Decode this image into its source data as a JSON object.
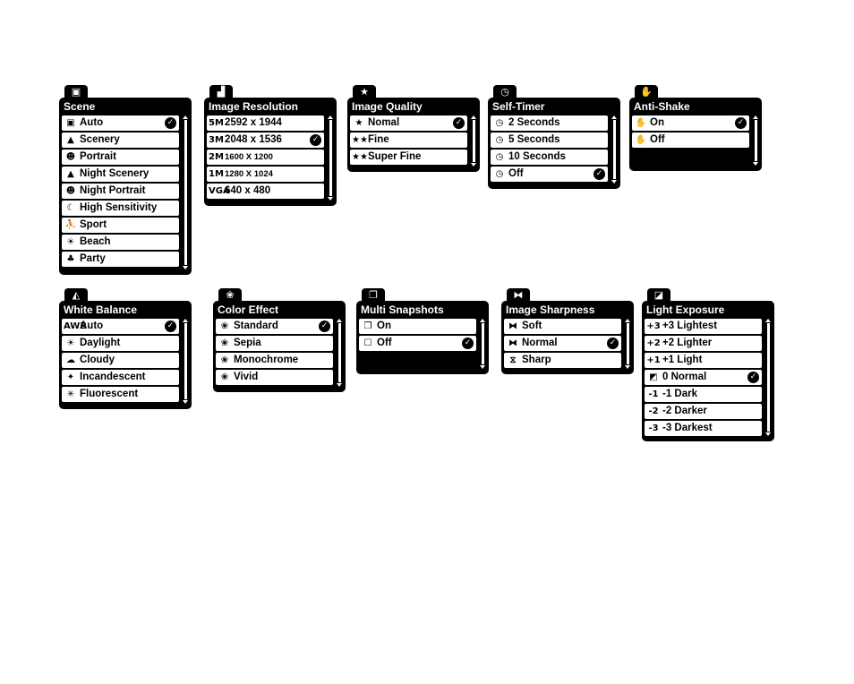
{
  "menus": [
    {
      "key": "scene",
      "title": "Scene",
      "tab_icon": "▣",
      "tab_icon_name": "scene-icon",
      "items": [
        {
          "icon": "▣",
          "icon_name": "auto-mode-icon",
          "label": "Auto",
          "checked": true
        },
        {
          "icon": "▲",
          "icon_name": "scenery-icon",
          "label": "Scenery"
        },
        {
          "icon": "☻",
          "icon_name": "portrait-icon",
          "label": "Portrait"
        },
        {
          "icon": "▲",
          "icon_name": "night-scenery-icon",
          "label": "Night Scenery"
        },
        {
          "icon": "☻",
          "icon_name": "night-portrait-icon",
          "label": "Night Portrait"
        },
        {
          "icon": "☾",
          "icon_name": "high-sensitivity-icon",
          "label": "High Sensitivity"
        },
        {
          "icon": "⛹",
          "icon_name": "sport-icon",
          "label": "Sport"
        },
        {
          "icon": "☀",
          "icon_name": "beach-icon",
          "label": "Beach"
        },
        {
          "icon": "♣",
          "icon_name": "party-icon",
          "label": "Party"
        }
      ]
    },
    {
      "key": "resolution",
      "title": "Image Resolution",
      "tab_icon": "▟",
      "tab_icon_name": "resolution-icon",
      "items": [
        {
          "icon": "5M",
          "icon_name": "5m-icon",
          "label": "2592 x 1944"
        },
        {
          "icon": "3M",
          "icon_name": "3m-icon",
          "label": "2048 x 1536",
          "checked": true
        },
        {
          "icon": "2M",
          "icon_name": "2m-icon",
          "label": "1600 X 1200",
          "small": true
        },
        {
          "icon": "1M",
          "icon_name": "1m-icon",
          "label": "1280 X 1024",
          "small": true
        },
        {
          "icon": "VGA",
          "icon_name": "vga-icon",
          "label": "640 x 480"
        }
      ]
    },
    {
      "key": "quality",
      "title": "Image Quality",
      "tab_icon": "★",
      "tab_icon_name": "star-icon",
      "items": [
        {
          "icon": "★",
          "icon_name": "one-star-icon",
          "label": "Nomal",
          "checked": true
        },
        {
          "icon": "★★",
          "icon_name": "two-star-icon",
          "label": "Fine"
        },
        {
          "icon": "★★",
          "icon_name": "three-star-icon",
          "label": "Super Fine"
        }
      ]
    },
    {
      "key": "selftimer",
      "title": "Self-Timer",
      "tab_icon": "◷",
      "tab_icon_name": "timer-icon",
      "items": [
        {
          "icon": "◷",
          "icon_name": "timer-2s-icon",
          "label": "2 Seconds"
        },
        {
          "icon": "◷",
          "icon_name": "timer-5s-icon",
          "label": "5 Seconds"
        },
        {
          "icon": "◷",
          "icon_name": "timer-10s-icon",
          "label": "10 Seconds"
        },
        {
          "icon": "◷",
          "icon_name": "timer-off-icon",
          "label": "Off",
          "checked": true
        }
      ]
    },
    {
      "key": "antishake",
      "title": "Anti-Shake",
      "tab_icon": "✋",
      "tab_icon_name": "hand-icon",
      "items": [
        {
          "icon": "✋",
          "icon_name": "anti-shake-on-icon",
          "label": "On",
          "checked": true
        },
        {
          "icon": "✋",
          "icon_name": "anti-shake-off-icon",
          "label": "Off"
        }
      ]
    },
    {
      "key": "whitebalance",
      "title": "White Balance",
      "tab_icon": "◭",
      "tab_icon_name": "white-balance-icon",
      "items": [
        {
          "icon": "AWB",
          "icon_name": "awb-icon",
          "label": "Auto",
          "checked": true
        },
        {
          "icon": "☀",
          "icon_name": "daylight-icon",
          "label": "Daylight"
        },
        {
          "icon": "☁",
          "icon_name": "cloudy-icon",
          "label": "Cloudy"
        },
        {
          "icon": "✦",
          "icon_name": "incandescent-icon",
          "label": "Incandescent"
        },
        {
          "icon": "✳",
          "icon_name": "fluorescent-icon",
          "label": "Fluorescent"
        }
      ]
    },
    {
      "key": "coloreffect",
      "title": "Color Effect",
      "tab_icon": "❀",
      "tab_icon_name": "color-effect-icon",
      "items": [
        {
          "icon": "❀",
          "icon_name": "standard-color-icon",
          "label": "Standard",
          "checked": true
        },
        {
          "icon": "❀",
          "icon_name": "sepia-icon",
          "label": "Sepia"
        },
        {
          "icon": "❀",
          "icon_name": "monochrome-icon",
          "label": "Monochrome"
        },
        {
          "icon": "❀",
          "icon_name": "vivid-icon",
          "label": "Vivid"
        }
      ]
    },
    {
      "key": "multisnap",
      "title": "Multi Snapshots",
      "tab_icon": "❐",
      "tab_icon_name": "multi-snapshot-icon",
      "items": [
        {
          "icon": "❐",
          "icon_name": "multi-on-icon",
          "label": "On"
        },
        {
          "icon": "☐",
          "icon_name": "multi-off-icon",
          "label": "Off",
          "checked": true
        }
      ]
    },
    {
      "key": "sharpness",
      "title": "Image Sharpness",
      "tab_icon": "⧓",
      "tab_icon_name": "sharpness-icon",
      "items": [
        {
          "icon": "⧓",
          "icon_name": "soft-icon",
          "label": "Soft"
        },
        {
          "icon": "⧓",
          "icon_name": "normal-sharp-icon",
          "label": "Normal",
          "checked": true
        },
        {
          "icon": "⧖",
          "icon_name": "sharp-icon",
          "label": "Sharp"
        }
      ]
    },
    {
      "key": "exposure",
      "title": "Light Exposure",
      "tab_icon": "◪",
      "tab_icon_name": "exposure-icon",
      "items": [
        {
          "icon": "+3",
          "icon_name": "exposure-plus3-icon",
          "label": "+3 Lightest"
        },
        {
          "icon": "+2",
          "icon_name": "exposure-plus2-icon",
          "label": "+2 Lighter"
        },
        {
          "icon": "+1",
          "icon_name": "exposure-plus1-icon",
          "label": "+1 Light"
        },
        {
          "icon": "◩",
          "icon_name": "exposure-zero-icon",
          "label": "0 Normal",
          "checked": true
        },
        {
          "icon": "-1",
          "icon_name": "exposure-minus1-icon",
          "label": "-1 Dark"
        },
        {
          "icon": "-2",
          "icon_name": "exposure-minus2-icon",
          "label": "-2 Darker"
        },
        {
          "icon": "-3",
          "icon_name": "exposure-minus3-icon",
          "label": "-3 Darkest"
        }
      ]
    }
  ],
  "check_glyph": "✓"
}
